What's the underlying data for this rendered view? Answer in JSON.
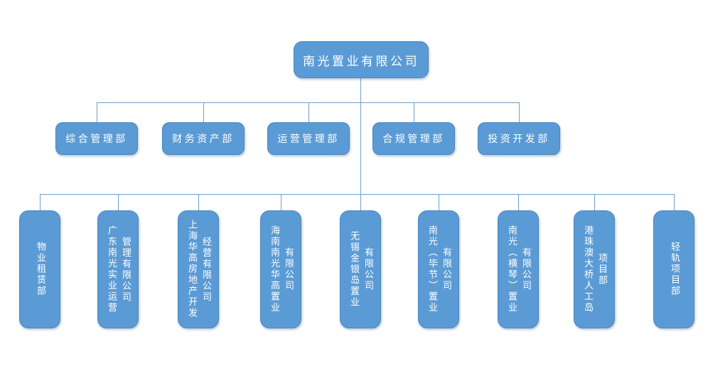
{
  "org_chart": {
    "root": {
      "label": "南光置业有限公司"
    },
    "departments": [
      {
        "label": "综合管理部"
      },
      {
        "label": "财务资产部"
      },
      {
        "label": "运营管理部"
      },
      {
        "label": "合规管理部"
      },
      {
        "label": "投资开发部"
      }
    ],
    "subsidiaries": [
      {
        "label": "物业租赁部"
      },
      {
        "label": "广东南光实业运营\n管理有限公司"
      },
      {
        "label": "上海华高房地产开发\n经营有限公司"
      },
      {
        "label": "海南南光华高置业\n有限公司"
      },
      {
        "label": "无锡金银岛置业\n有限公司"
      },
      {
        "label": "南光（毕节）置业\n有限公司"
      },
      {
        "label": "南光（横琴）置业\n有限公司"
      },
      {
        "label": "港珠澳大桥人工岛\n项目部"
      },
      {
        "label": "轻轨项目部"
      }
    ],
    "colors": {
      "box_fill": "#5B9BD5",
      "box_border": "#4A86C2",
      "connector_line": "#6FA0CB",
      "text": "#FFFFFF",
      "background": "#FFFFFF"
    }
  }
}
